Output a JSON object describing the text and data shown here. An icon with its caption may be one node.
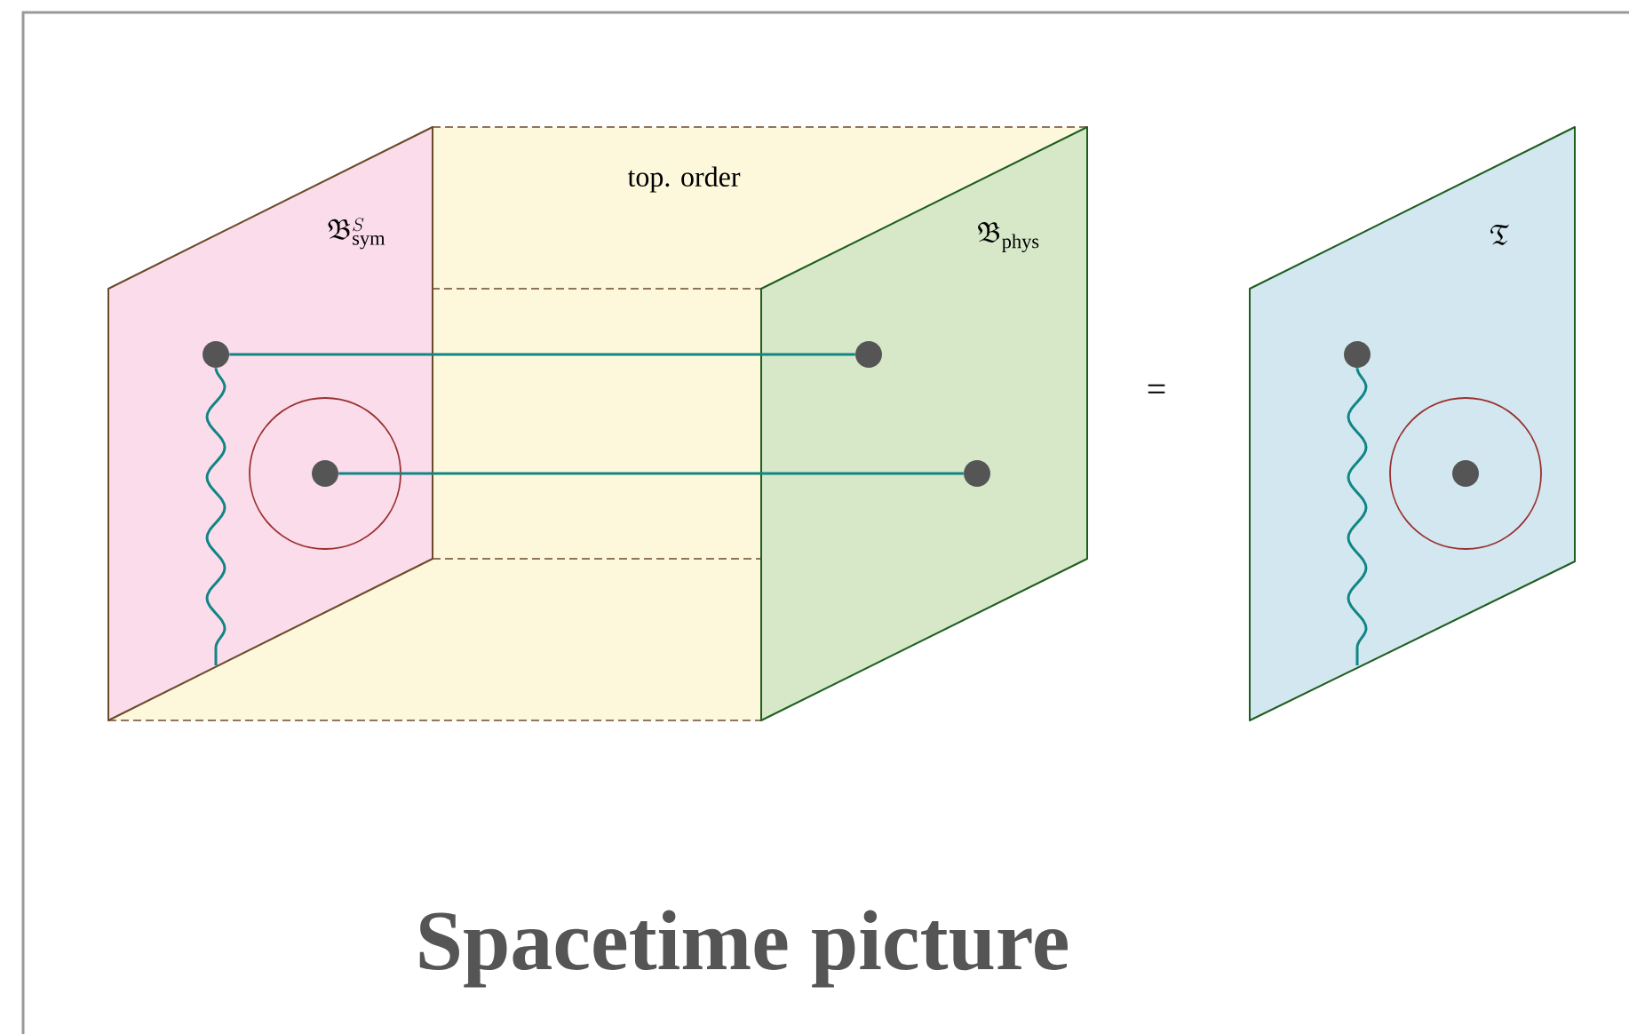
{
  "diagram": {
    "title": "Spacetime picture",
    "nodes": [
      {
        "text": [
          "\\mathfrak{B}^{S}_{\\mathrm{sym}}"
        ],
        "in": 1
      },
      {
        "text": [
          "top. order"
        ]
      },
      {
        "text": [
          "\\mathfrak{B}_{\\mathrm{phys}}"
        ],
        "in": 1
      },
      {
        "text": [
          "\\mathfrak{T}"
        ]
      },
      {
        "text": [],
        "shape": "circle",
        "in": 0
      },
      {
        "text": [],
        "shape": "circle",
        "in": 0
      },
      {
        "text": [],
        "shape": "circle",
        "in": 2
      },
      {
        "text": [],
        "shape": "circle",
        "in": 2
      },
      {
        "text": [],
        "shape": "circle",
        "in": 3
      },
      {
        "text": [],
        "shape": "circle",
        "in": 3
      }
    ],
    "edges": [
      {
        "from": 4,
        "to": 6,
        "arrow": "none"
      },
      {
        "from": 5,
        "to": 7,
        "arrow": "none"
      },
      {
        "from": 4,
        "to": null,
        "arrow": "none"
      },
      {
        "from": 8,
        "to": null,
        "arrow": "none"
      }
    ],
    "labels": [
      "="
    ]
  }
}
